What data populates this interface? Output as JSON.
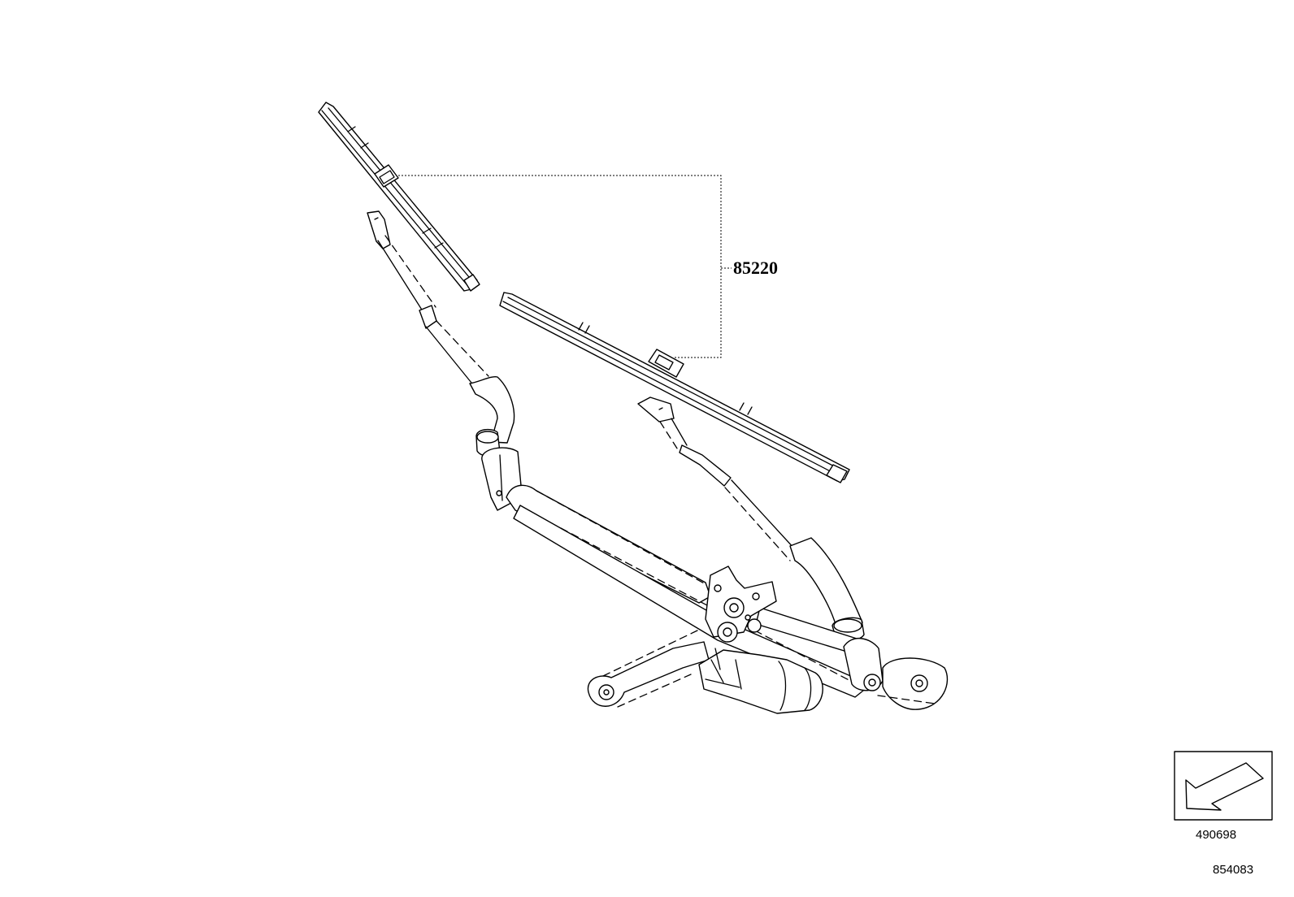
{
  "callouts": {
    "wiper_blade_part_number": "85220"
  },
  "references": {
    "view_arrow_number": "490698",
    "diagram_number": "854083"
  }
}
